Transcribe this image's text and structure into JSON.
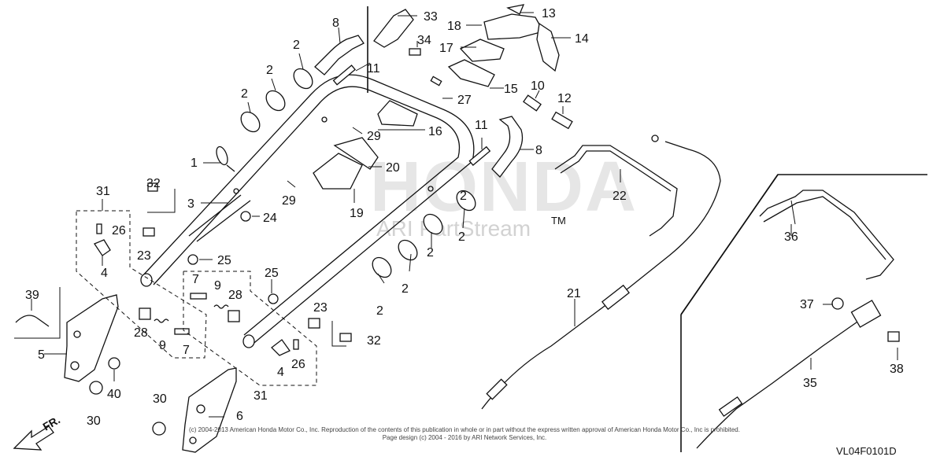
{
  "diagram": {
    "diagram_code": "VL04F0101D",
    "watermark_brand": "HONDA",
    "watermark_text": "ARI PartStream",
    "trademark": "TM",
    "copyright_line1": "(c) 2004-2013 American Honda Motor Co., Inc. Reproduction of the contents of this publication in whole or in part without the express written approval of American Honda Motor Co., Inc is prohibited.",
    "copyright_line2": "Page design (c) 2004 - 2016 by ARI Network Services, Inc.",
    "direction_label": "FR.",
    "callouts": [
      {
        "id": "c1",
        "text": "1"
      },
      {
        "id": "c2a",
        "text": "2"
      },
      {
        "id": "c2b",
        "text": "2"
      },
      {
        "id": "c2c",
        "text": "2"
      },
      {
        "id": "c2d",
        "text": "2"
      },
      {
        "id": "c2e",
        "text": "2"
      },
      {
        "id": "c2f",
        "text": "2"
      },
      {
        "id": "c2g",
        "text": "2"
      },
      {
        "id": "c2h",
        "text": "2"
      },
      {
        "id": "c3",
        "text": "3"
      },
      {
        "id": "c4a",
        "text": "4"
      },
      {
        "id": "c4b",
        "text": "4"
      },
      {
        "id": "c5",
        "text": "5"
      },
      {
        "id": "c6",
        "text": "6"
      },
      {
        "id": "c7a",
        "text": "7"
      },
      {
        "id": "c7b",
        "text": "7"
      },
      {
        "id": "c8a",
        "text": "8"
      },
      {
        "id": "c8b",
        "text": "8"
      },
      {
        "id": "c9a",
        "text": "9"
      },
      {
        "id": "c9b",
        "text": "9"
      },
      {
        "id": "c10",
        "text": "10"
      },
      {
        "id": "c11a",
        "text": "11"
      },
      {
        "id": "c11b",
        "text": "11"
      },
      {
        "id": "c12",
        "text": "12"
      },
      {
        "id": "c13",
        "text": "13"
      },
      {
        "id": "c14",
        "text": "14"
      },
      {
        "id": "c15",
        "text": "15"
      },
      {
        "id": "c16",
        "text": "16"
      },
      {
        "id": "c17",
        "text": "17"
      },
      {
        "id": "c18",
        "text": "18"
      },
      {
        "id": "c19",
        "text": "19"
      },
      {
        "id": "c20",
        "text": "20"
      },
      {
        "id": "c21",
        "text": "21"
      },
      {
        "id": "c22",
        "text": "22"
      },
      {
        "id": "c23a",
        "text": "23"
      },
      {
        "id": "c23b",
        "text": "23"
      },
      {
        "id": "c24",
        "text": "24"
      },
      {
        "id": "c25a",
        "text": "25"
      },
      {
        "id": "c25b",
        "text": "25"
      },
      {
        "id": "c26a",
        "text": "26"
      },
      {
        "id": "c26b",
        "text": "26"
      },
      {
        "id": "c27",
        "text": "27"
      },
      {
        "id": "c28a",
        "text": "28"
      },
      {
        "id": "c28b",
        "text": "28"
      },
      {
        "id": "c29a",
        "text": "29"
      },
      {
        "id": "c29b",
        "text": "29"
      },
      {
        "id": "c30a",
        "text": "30"
      },
      {
        "id": "c30b",
        "text": "30"
      },
      {
        "id": "c31a",
        "text": "31"
      },
      {
        "id": "c31b",
        "text": "31"
      },
      {
        "id": "c32a",
        "text": "32"
      },
      {
        "id": "c32b",
        "text": "32"
      },
      {
        "id": "c33",
        "text": "33"
      },
      {
        "id": "c34",
        "text": "34"
      },
      {
        "id": "c35",
        "text": "35"
      },
      {
        "id": "c36",
        "text": "36"
      },
      {
        "id": "c37",
        "text": "37"
      },
      {
        "id": "c38",
        "text": "38"
      },
      {
        "id": "c39",
        "text": "39"
      },
      {
        "id": "c40",
        "text": "40"
      }
    ]
  }
}
